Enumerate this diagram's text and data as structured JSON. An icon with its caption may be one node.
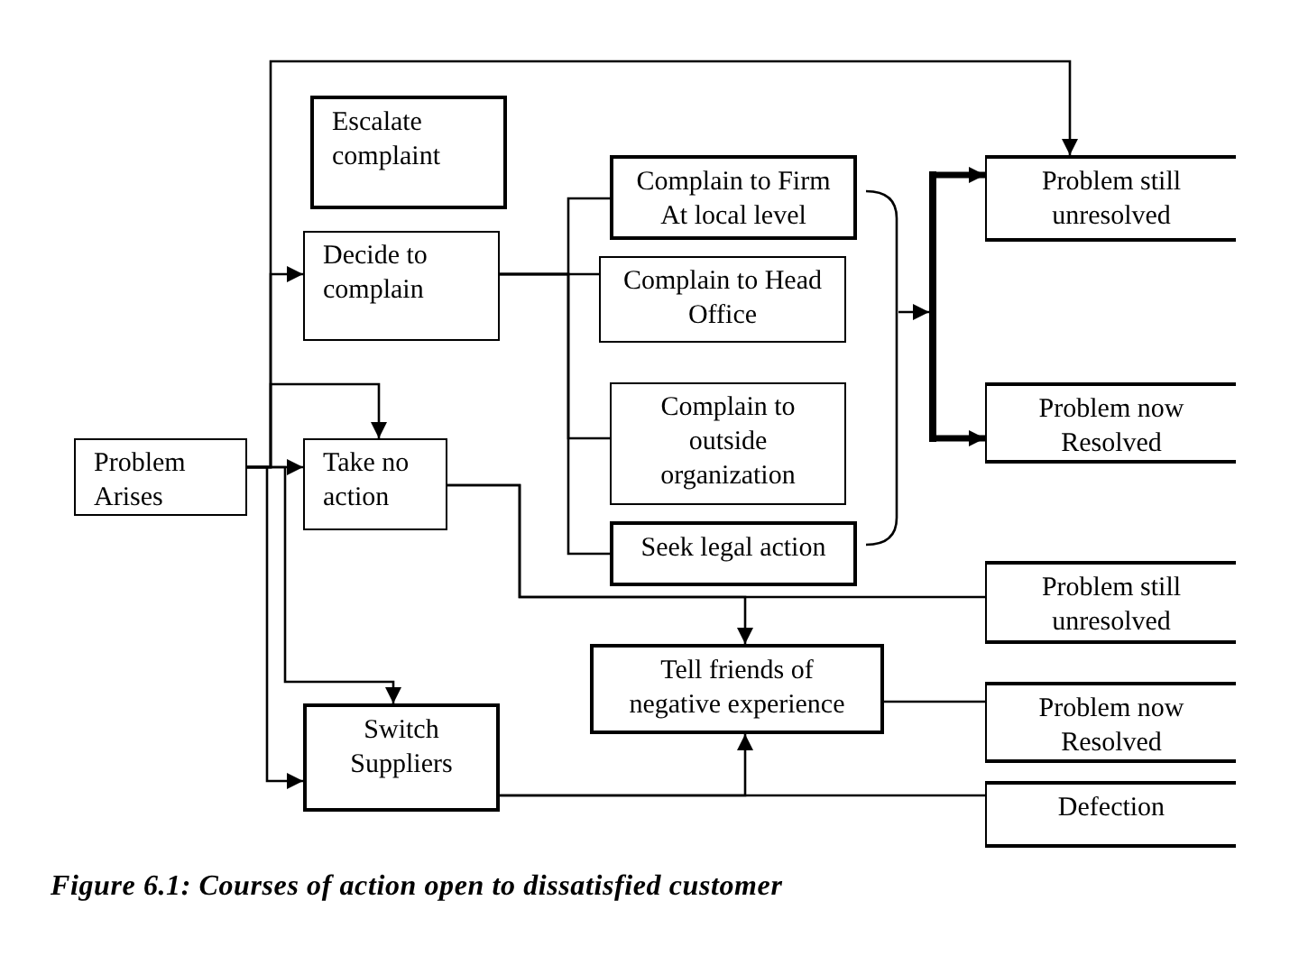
{
  "diagram": {
    "caption": "Figure 6.1: Courses of action open to dissatisfied customer",
    "nodes": [
      {
        "text": [
          "Problem Arises"
        ]
      },
      {
        "text": [
          "Escalate complaint"
        ]
      },
      {
        "text": [
          "Decide to complain"
        ]
      },
      {
        "text": [
          "Take no action"
        ]
      },
      {
        "text": [
          "Switch Suppliers"
        ]
      },
      {
        "text": [
          "Complain to Firm At local level"
        ]
      },
      {
        "text": [
          "Complain to Head Office"
        ]
      },
      {
        "text": [
          "Complain to outside organization"
        ]
      },
      {
        "text": [
          "Seek legal action"
        ]
      },
      {
        "text": [
          "Problem still unresolved"
        ]
      },
      {
        "text": [
          "Problem now Resolved"
        ]
      },
      {
        "text": [
          "Problem still unresolved"
        ]
      },
      {
        "text": [
          "Tell friends of negative experience"
        ]
      },
      {
        "text": [
          "Problem now Resolved"
        ]
      },
      {
        "text": [
          "Defection"
        ]
      },
      {
        "text": [],
        "shape": "brace"
      },
      {
        "text": [],
        "shape": "bar"
      }
    ],
    "edges": [
      {
        "from": 0,
        "to": 2,
        "arrow": "to"
      },
      {
        "from": 0,
        "to": 3,
        "arrow": "to"
      },
      {
        "from": 0,
        "to": 3,
        "arrow": "to"
      },
      {
        "from": 0,
        "to": 4,
        "arrow": "to"
      },
      {
        "from": 0,
        "to": 4,
        "arrow": "to"
      },
      {
        "from": 0,
        "to": 9,
        "arrow": "to"
      },
      {
        "from": 2,
        "to": 5,
        "arrow": "none"
      },
      {
        "from": 2,
        "to": 6,
        "arrow": "none"
      },
      {
        "from": 2,
        "to": 7,
        "arrow": "none"
      },
      {
        "from": 2,
        "to": 8,
        "arrow": "none"
      },
      {
        "from": 16,
        "to": 9,
        "arrow": "to",
        "style": "thick"
      },
      {
        "from": 16,
        "to": 10,
        "arrow": "to",
        "style": "thick"
      },
      {
        "from": 3,
        "to": 11,
        "arrow": "none"
      },
      {
        "from": 3,
        "to": 12,
        "arrow": "to"
      },
      {
        "from": 12,
        "to": 13,
        "arrow": "none"
      },
      {
        "from": 4,
        "to": 14,
        "arrow": "none"
      },
      {
        "from": 4,
        "to": 12,
        "arrow": "to"
      },
      {
        "from": 15,
        "to": 16,
        "arrow": "to"
      }
    ]
  }
}
